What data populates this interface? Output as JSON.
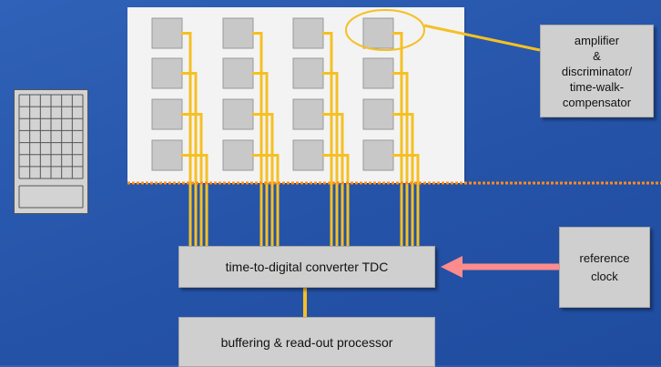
{
  "labels": {
    "amplifier_box": [
      "amplifier",
      "&",
      "discriminator/",
      "time-walk-",
      "compensator"
    ],
    "reference_box": [
      "reference",
      "clock"
    ],
    "tdc_box": "time-to-digital converter TDC",
    "buffer_box": "buffering & read-out processor"
  },
  "colors": {
    "background": "#2553a8",
    "signal_line": "#f5c024",
    "pad_fill": "#c8c8c8",
    "box_fill": "#cfcfcf",
    "clock_arrow": "#ff8c8c",
    "dotted_divider": "#ff8c1a"
  },
  "grid": {
    "rows": 4,
    "cols": 4
  },
  "chip_grid": {
    "rows": 7,
    "cols": 6
  }
}
